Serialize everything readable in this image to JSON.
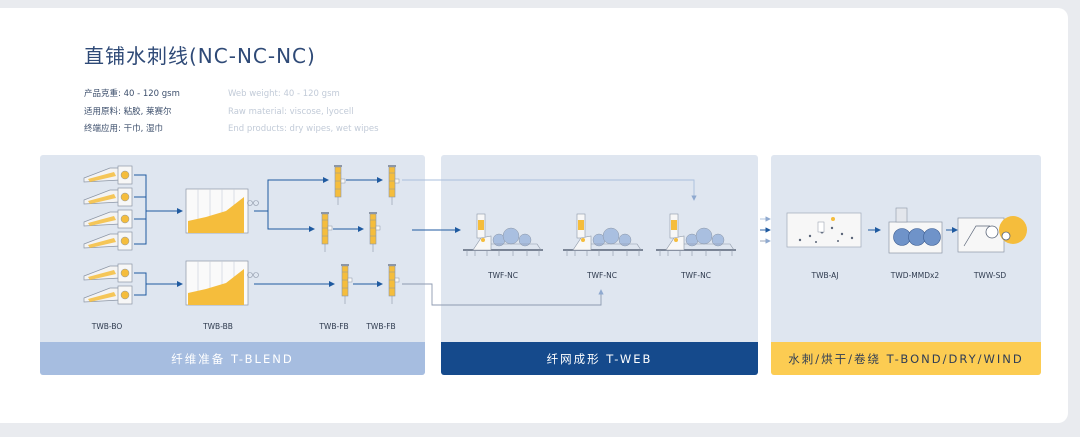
{
  "title": "直铺水刺线(NC-NC-NC)",
  "specs_cn": [
    "产品克重: 40 - 120 gsm",
    "适用原料: 粘胶, 莱赛尔",
    "终端应用: 干巾, 湿巾"
  ],
  "specs_en": [
    "Web weight: 40 - 120 gsm",
    "Raw material: viscose, lyocell",
    "End products: dry wipes, wet wipes"
  ],
  "sections": [
    {
      "label": "纤维准备   T-BLEND"
    },
    {
      "label": "纤网成形   T-WEB"
    },
    {
      "label": "水刺/烘干/卷绕   T-BOND/DRY/WIND"
    }
  ],
  "machines": {
    "bo": "TWB-BO",
    "bb": "TWB-BB",
    "fb1": "TWB-FB",
    "fb2": "TWB-FB",
    "nc1": "TWF-NC",
    "nc2": "TWF-NC",
    "nc3": "TWF-NC",
    "aj": "TWB-AJ",
    "mm": "TWD-MMDx2",
    "sd": "TWW-SD"
  },
  "colors": {
    "flow": "#1f5aa0",
    "accent": "#f5bd3c",
    "light_flow": "#a9bfdc"
  }
}
